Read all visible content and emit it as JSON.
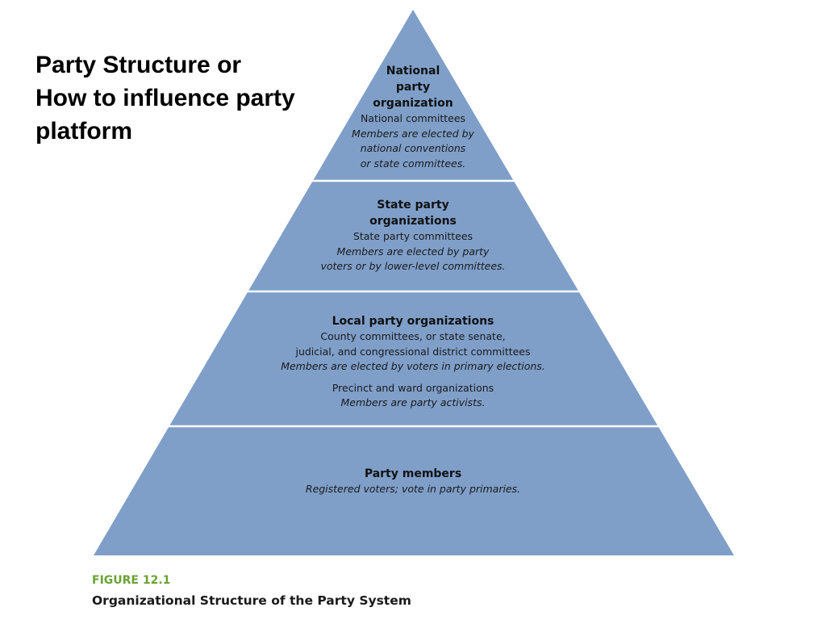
{
  "slide": {
    "title_lines": [
      "Party Structure or",
      "How to influence party",
      "platform"
    ]
  },
  "colors": {
    "pyramid_fill": "#7f9fc9",
    "divider": "#ffffff",
    "figure_label": "#6aa233"
  },
  "pyramid": {
    "national": {
      "heading": [
        "National",
        "party",
        "organization"
      ],
      "lines": [
        "National committees"
      ],
      "italic": [
        "Members are elected by",
        "national conventions",
        "or state committees."
      ]
    },
    "state": {
      "heading": [
        "State party",
        "organizations"
      ],
      "lines": [
        "State party committees"
      ],
      "italic": [
        "Members are elected by party",
        "voters or by lower-level committees."
      ]
    },
    "local": {
      "heading": [
        "Local party organizations"
      ],
      "lines": [
        "County committees, or state senate,",
        "judicial, and congressional district committees"
      ],
      "italic": [
        "Members are elected by voters in primary elections."
      ],
      "lines2": [
        "Precinct and ward organizations"
      ],
      "italic2": [
        "Members are party activists."
      ]
    },
    "members": {
      "heading": [
        "Party members"
      ],
      "italic": [
        "Registered voters; vote in party primaries."
      ]
    }
  },
  "figure": {
    "label": "FIGURE 12.1",
    "caption": "Organizational Structure of the Party System"
  }
}
